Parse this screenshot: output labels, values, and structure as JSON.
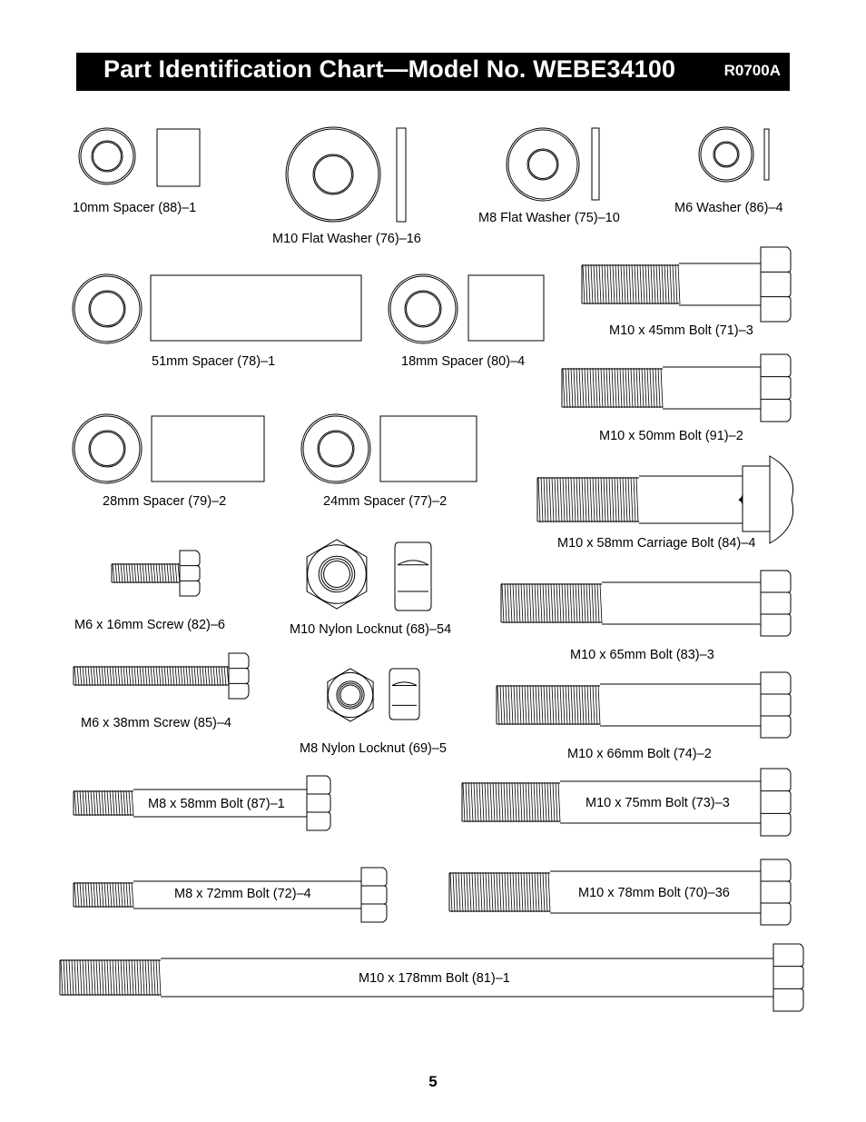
{
  "header": {
    "title": "Part Identification Chart—Model No. WEBE34100",
    "code": "R0700A"
  },
  "parts": [
    {
      "key": "p88",
      "label": "10mm Spacer (88)–1"
    },
    {
      "key": "p76",
      "label": "M10 Flat Washer (76)–16"
    },
    {
      "key": "p75",
      "label": "M8 Flat Washer (75)–10"
    },
    {
      "key": "p86",
      "label": "M6 Washer (86)–4"
    },
    {
      "key": "p78",
      "label": "51mm Spacer (78)–1"
    },
    {
      "key": "p80",
      "label": "18mm Spacer (80)–4"
    },
    {
      "key": "p71",
      "label": "M10 x 45mm Bolt (71)–3"
    },
    {
      "key": "p91",
      "label": "M10 x 50mm Bolt (91)–2"
    },
    {
      "key": "p79",
      "label": "28mm Spacer (79)–2"
    },
    {
      "key": "p77",
      "label": "24mm Spacer (77)–2"
    },
    {
      "key": "p84",
      "label": "M10 x 58mm Carriage Bolt (84)–4"
    },
    {
      "key": "p82",
      "label": "M6 x 16mm Screw (82)–6"
    },
    {
      "key": "p68",
      "label": "M10 Nylon Locknut (68)–54"
    },
    {
      "key": "p83",
      "label": "M10 x 65mm Bolt (83)–3"
    },
    {
      "key": "p85",
      "label": "M6 x 38mm Screw (85)–4"
    },
    {
      "key": "p69",
      "label": "M8 Nylon Locknut (69)–5"
    },
    {
      "key": "p74",
      "label": "M10 x 66mm Bolt (74)–2"
    },
    {
      "key": "p87",
      "label": "M8 x 58mm Bolt (87)–1"
    },
    {
      "key": "p73",
      "label": "M10 x 75mm Bolt (73)–3"
    },
    {
      "key": "p72",
      "label": "M8 x 72mm Bolt (72)–4"
    },
    {
      "key": "p70",
      "label": "M10 x 78mm Bolt (70)–36"
    },
    {
      "key": "p81",
      "label": "M10 x 178mm Bolt (81)–1"
    }
  ],
  "page_number": "5"
}
